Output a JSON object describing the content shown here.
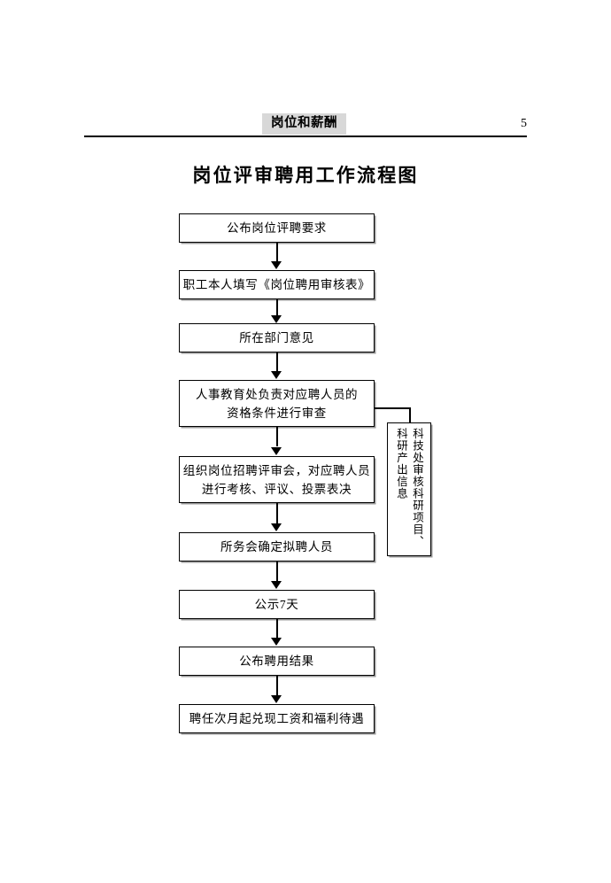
{
  "header": {
    "section_title": "岗位和薪酬",
    "page_number": "5"
  },
  "document": {
    "title": "岗位评审聘用工作流程图"
  },
  "flowchart": {
    "type": "flowchart",
    "orientation": "vertical",
    "nodes": [
      {
        "id": "n1",
        "text": "公布岗位评聘要求",
        "lines": [
          "公布岗位评聘要求"
        ]
      },
      {
        "id": "n2",
        "text": "职工本人填写《岗位聘用审核表》",
        "lines": [
          "职工本人填写《岗位聘用审核表》"
        ]
      },
      {
        "id": "n3",
        "text": "所在部门意见",
        "lines": [
          "所在部门意见"
        ]
      },
      {
        "id": "n4",
        "text": "人事教育处负责对应聘人员的资格条件进行审查",
        "lines": [
          "人事教育处负责对应聘人员的",
          "资格条件进行审查"
        ]
      },
      {
        "id": "n5",
        "text": "组织岗位招聘评审会，对应聘人员进行考核、评议、投票表决",
        "lines": [
          "组织岗位招聘评审会，对应聘人员",
          "进行考核、评议、投票表决"
        ]
      },
      {
        "id": "n6",
        "text": "所务会确定拟聘人员",
        "lines": [
          "所务会确定拟聘人员"
        ]
      },
      {
        "id": "n7",
        "text": "公示7天",
        "lines": [
          "公示7天"
        ]
      },
      {
        "id": "n8",
        "text": "公布聘用结果",
        "lines": [
          "公布聘用结果"
        ]
      },
      {
        "id": "n9",
        "text": "聘任次月起兑现工资和福利待遇",
        "lines": [
          "聘任次月起兑现工资和福利待遇"
        ]
      }
    ],
    "side_note": {
      "id": "s1",
      "attached_to": "n4",
      "columns": [
        "科技处审核科研项目、",
        "科研产出信息"
      ]
    },
    "edges": [
      {
        "from": "n1",
        "to": "n2",
        "style": "arrow-down"
      },
      {
        "from": "n2",
        "to": "n3",
        "style": "arrow-down"
      },
      {
        "from": "n3",
        "to": "n4",
        "style": "arrow-down"
      },
      {
        "from": "n4",
        "to": "n5",
        "style": "arrow-down"
      },
      {
        "from": "n5",
        "to": "n6",
        "style": "arrow-down"
      },
      {
        "from": "n6",
        "to": "n7",
        "style": "arrow-down"
      },
      {
        "from": "n7",
        "to": "n8",
        "style": "arrow-down"
      },
      {
        "from": "n8",
        "to": "n9",
        "style": "arrow-down"
      },
      {
        "from": "n4",
        "to": "s1",
        "style": "elbow-right"
      }
    ]
  },
  "colors": {
    "ink": "#000000",
    "header_highlight": "#d8d8d8",
    "box_shadow": "#9a9a9a",
    "page_background": "#ffffff"
  }
}
